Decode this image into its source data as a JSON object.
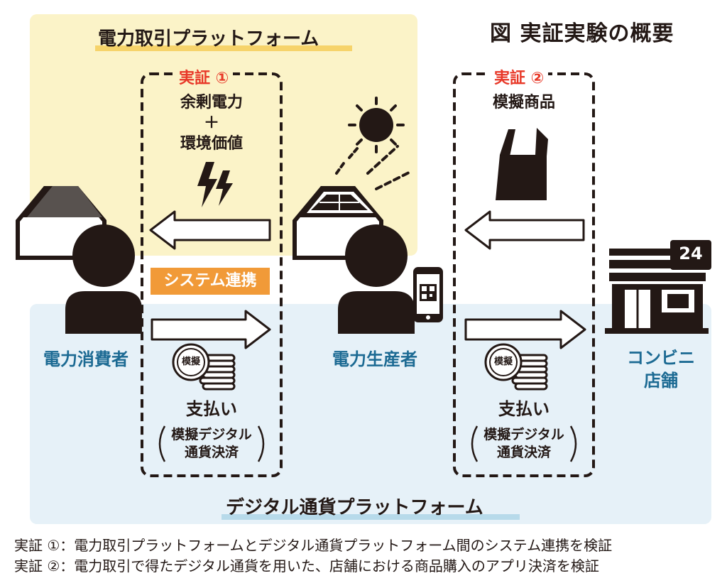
{
  "figure_title": "図 実証実験の概要",
  "platforms": {
    "power": "電力取引プラットフォーム",
    "digital": "デジタル通貨プラットフォーム"
  },
  "verify1": {
    "label": "実証 ①",
    "goods": [
      "余剰電力",
      "＋",
      "環境価値"
    ],
    "payment": "支払い",
    "note": [
      "模擬デジタル",
      "通貨決済"
    ],
    "coin_label": "模擬"
  },
  "verify2": {
    "label": "実証 ②",
    "goods": [
      "模擬商品"
    ],
    "payment": "支払い",
    "note": [
      "模擬デジタル",
      "通貨決済"
    ],
    "coin_label": "模擬"
  },
  "system_link": "システム連携",
  "parties": {
    "consumer": "電力消費者",
    "producer": "電力生産者",
    "store": [
      "コンビニ",
      "店舗"
    ]
  },
  "store_sign": "24",
  "footnotes": [
    "実証 ①：電力取引プラットフォームとデジタル通貨プラットフォーム間のシステム連携を検証",
    "実証 ②：電力取引で得たデジタル通貨を用いた、店舗における商品購入のアプリ決済を検証"
  ],
  "colors": {
    "power_platform_bg": "#fbf3c8",
    "digital_platform_bg": "#e6f1f8",
    "verify_red": "#e83828",
    "party_blue": "#1c6a93",
    "system_link_orange": "#f19a38",
    "ink": "#231815"
  },
  "icons": [
    "house-icon",
    "person-icon",
    "solar-house-icon",
    "sun-icon",
    "lightning-icon",
    "shopping-bag-icon",
    "smartphone-qr-icon",
    "coin-stack-icon",
    "convenience-store-icon",
    "arrow-left-icon",
    "arrow-right-icon"
  ]
}
